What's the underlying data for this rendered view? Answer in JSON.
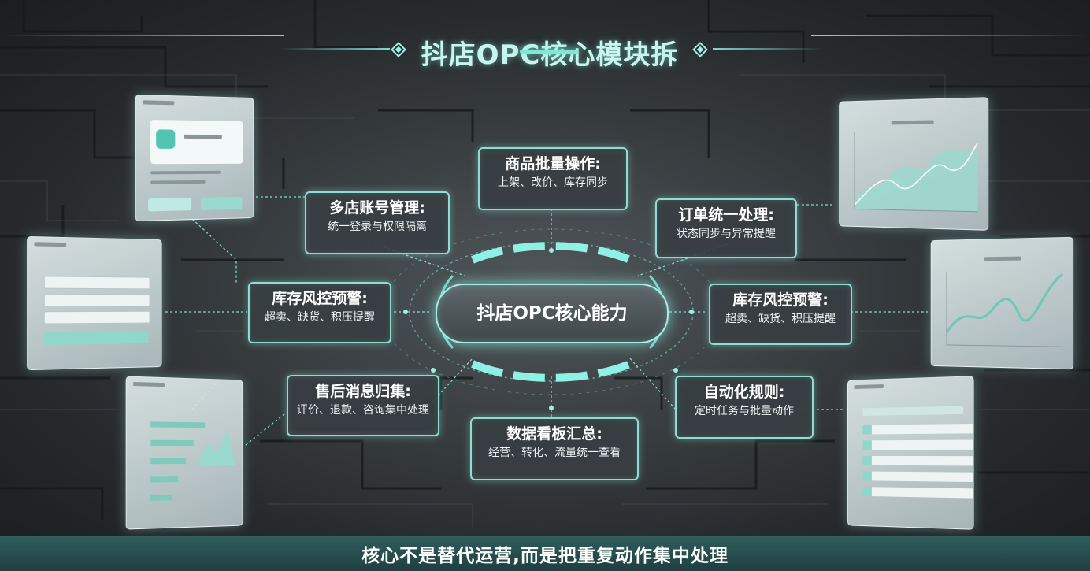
{
  "title": "抖店OPC核心模块拆",
  "core": "抖店OPC核心能力",
  "modules": {
    "top": {
      "title": "商品批量操作:",
      "desc": "上架、改价、库存同步"
    },
    "upper_left": {
      "title": "多店账号管理:",
      "desc": "统一登录与权限隔离"
    },
    "upper_right": {
      "title": "订单统一处理:",
      "desc": "状态同步与异常提醒"
    },
    "mid_left": {
      "title": "库存风控预警:",
      "desc": "超卖、缺货、积压提醒"
    },
    "mid_right": {
      "title": "库存风控预警:",
      "desc": "超卖、缺货、积压提醒"
    },
    "lower_left": {
      "title": "售后消息归集:",
      "desc": "评价、退款、咨询集中处理"
    },
    "lower_right": {
      "title": "自动化规则:",
      "desc": "定时任务与批量动作"
    },
    "bottom": {
      "title": "数据看板汇总:",
      "desc": "经营、转化、流量统一查看"
    }
  },
  "footer": "核心不是替代运营,而是把重复动作集中处理",
  "colors": {
    "accent": "#8fdcd2",
    "glow": "#7fe6d8",
    "node_bg": "#373e42",
    "footer_bg": "#2f5d5c"
  }
}
